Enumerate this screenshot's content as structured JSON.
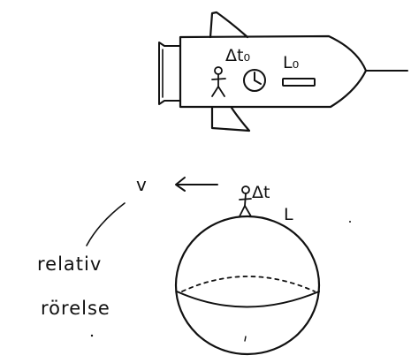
{
  "diagram": {
    "rocket_labels": {
      "proper_time": "Δt₀",
      "proper_length": "L₀"
    },
    "earth_labels": {
      "velocity": "v",
      "dilated_time": "Δt",
      "length": "L"
    },
    "annotation": {
      "line1": "relativ",
      "line2": "rörelse"
    },
    "colors": {
      "ink": "#111111",
      "background": "#ffffff"
    }
  }
}
